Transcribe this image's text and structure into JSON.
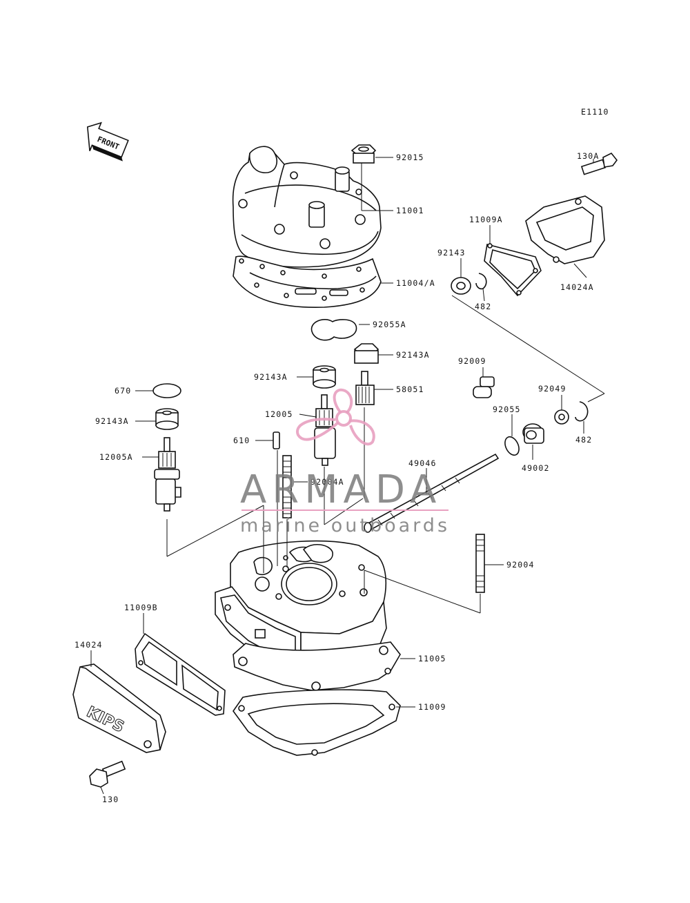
{
  "diagram_code": "E1110",
  "front_label": "FRONT",
  "cover_text": "KIPS",
  "watermark": {
    "title": "ARMADA",
    "subtitle": "marine outboards",
    "accent_color": "#e8a0c0"
  },
  "callouts": {
    "c92015": "92015",
    "c11001": "11001",
    "c130A": "130A",
    "c11009A": "11009A",
    "c92143": "92143",
    "c14024A": "14024A",
    "c482a": "482",
    "c11004A": "11004/A",
    "c92055A": "92055A",
    "c92143A_r": "92143A",
    "c92009": "92009",
    "c92143A_l": "92143A",
    "c58051": "58051",
    "c92049": "92049",
    "c670": "670",
    "c12005": "12005",
    "c92055": "92055",
    "c482b": "482",
    "c92143A_far": "92143A",
    "c610": "610",
    "c12005A": "12005A",
    "c49002": "49002",
    "c49046": "49046",
    "c92004A": "92004A",
    "c92004": "92004",
    "c11009B": "11009B",
    "c14024": "14024",
    "c11005": "11005",
    "c11009": "11009",
    "c130": "130"
  }
}
